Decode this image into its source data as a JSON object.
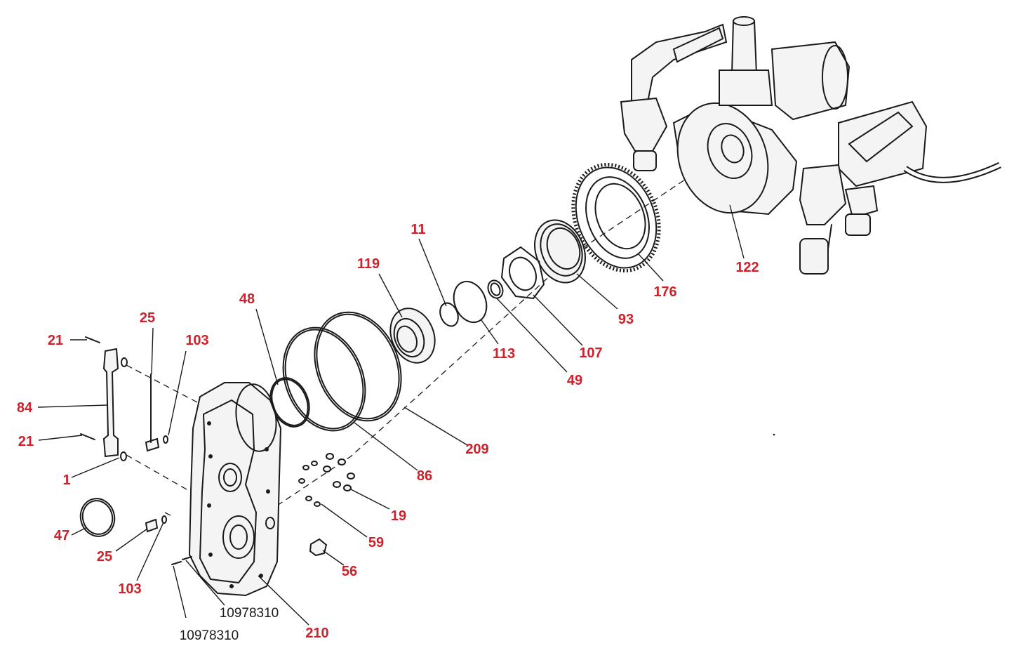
{
  "callouts": {
    "c1": "1",
    "c11": "11",
    "c19": "19",
    "c21a": "21",
    "c21b": "21",
    "c25a": "25",
    "c25b": "25",
    "c47": "47",
    "c48": "48",
    "c49": "49",
    "c56": "56",
    "c59": "59",
    "c84": "84",
    "c86": "86",
    "c93": "93",
    "c103a": "103",
    "c103b": "103",
    "c107": "107",
    "c113": "113",
    "c119": "119",
    "c122": "122",
    "c176": "176",
    "c209": "209",
    "c210": "210",
    "pin_a": "10978310",
    "pin_b": "10978310"
  },
  "colors": {
    "callout": "#d0202a",
    "line": "#1a1a1a"
  }
}
